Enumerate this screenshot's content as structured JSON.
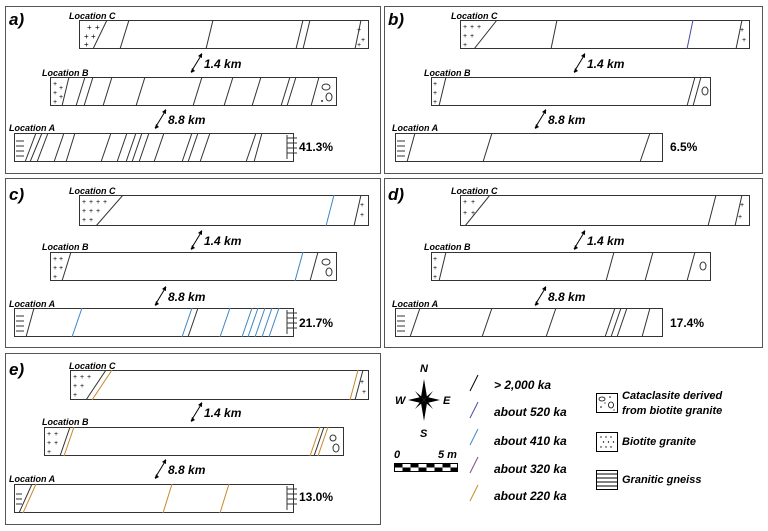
{
  "panels": [
    {
      "label": "a)",
      "percent": "41.3%"
    },
    {
      "label": "b)",
      "percent": "6.5%"
    },
    {
      "label": "c)",
      "percent": "21.7%"
    },
    {
      "label": "d)",
      "percent": "17.4%"
    },
    {
      "label": "e)",
      "percent": "13.0%"
    }
  ],
  "locations": {
    "a": "Location A",
    "b": "Location B",
    "c": "Location C"
  },
  "distances": {
    "cb": "1.4 km",
    "ba": "8.8 km"
  },
  "legend": {
    "ages": [
      {
        "label": "> 2,000 ka",
        "color": "#000000"
      },
      {
        "label": "about 520 ka",
        "color": "#4a4aa8"
      },
      {
        "label": "about 410 ka",
        "color": "#3f87c2"
      },
      {
        "label": "about 320 ka",
        "color": "#7a4a8a"
      },
      {
        "label": "about 220 ka",
        "color": "#c8882a"
      }
    ],
    "rocks": [
      {
        "label1": "Cataclasite derived",
        "label2": "from biotite granite"
      },
      {
        "label1": "Biotite granite",
        "label2": ""
      },
      {
        "label1": "Granitic gneiss",
        "label2": ""
      }
    ],
    "compass": {
      "n": "N",
      "s": "S",
      "e": "E",
      "w": "W"
    },
    "scale": {
      "zero": "0",
      "five": "5 m"
    }
  }
}
